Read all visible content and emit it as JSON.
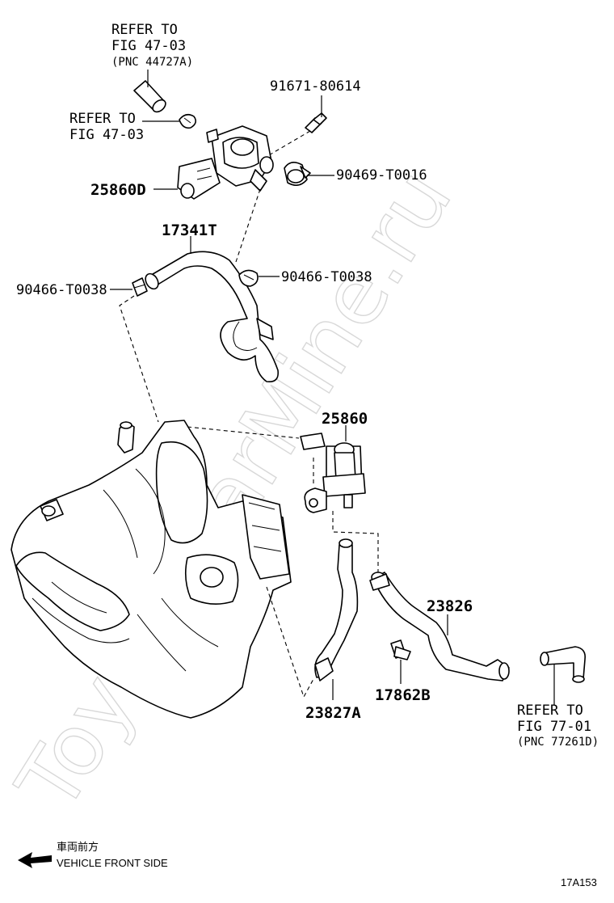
{
  "watermark": "ToyotaCarMine.ru",
  "callouts": {
    "refer_top_1": "REFER TO",
    "refer_top_2": "FIG 47-03",
    "refer_top_3": "(PNC 44727A)",
    "refer_mid_1": "REFER TO",
    "refer_mid_2": "FIG 47-03",
    "refer_bottom_1": "REFER TO",
    "refer_bottom_2": "FIG 77-01",
    "refer_bottom_3": "(PNC 77261D)"
  },
  "part_numbers": {
    "p91671": "91671-80614",
    "p90469": "90469-T0016",
    "p25860D": "25860D",
    "p17341T": "17341T",
    "p90466_left": "90466-T0038",
    "p90466_right": "90466-T0038",
    "p25860": "25860",
    "p23826": "23826",
    "p17862B": "17862B",
    "p23827A": "23827A"
  },
  "footer": {
    "direction_jp": "車両前方",
    "direction_en": "VEHICLE FRONT SIDE",
    "figure_code": "17A153"
  },
  "icons": {
    "direction": "arrow-left-icon"
  }
}
